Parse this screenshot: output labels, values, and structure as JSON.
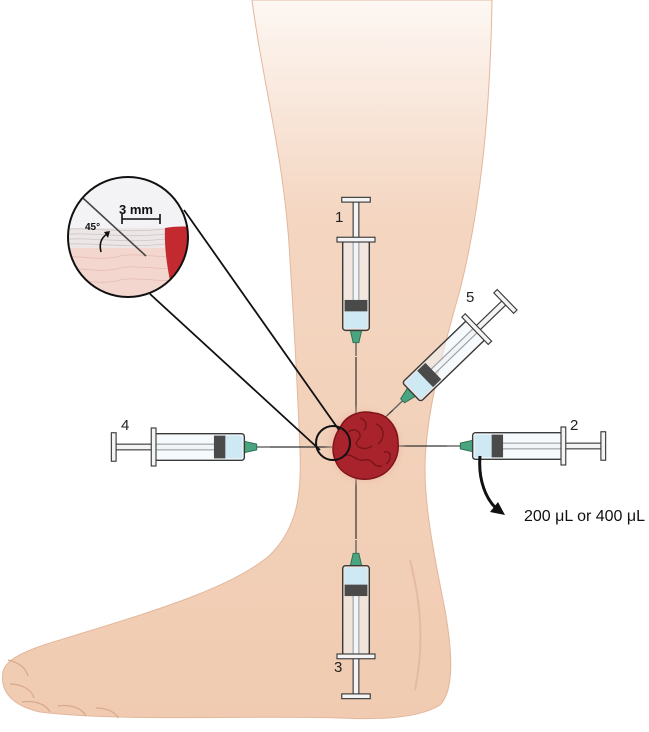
{
  "figure": {
    "syringe_labels": {
      "s1": "1",
      "s2": "2",
      "s3": "3",
      "s4": "4",
      "s5": "5"
    },
    "inset": {
      "depth": "3 mm",
      "angle": "45°"
    },
    "volume_note": "200 μL or 400 μL"
  },
  "colors": {
    "skin": "#f2cfb6",
    "wound": "#a8232b",
    "needle_hub": "#48a57f",
    "liquid": "#cfe9f4",
    "stopper": "#4a4a4a"
  }
}
